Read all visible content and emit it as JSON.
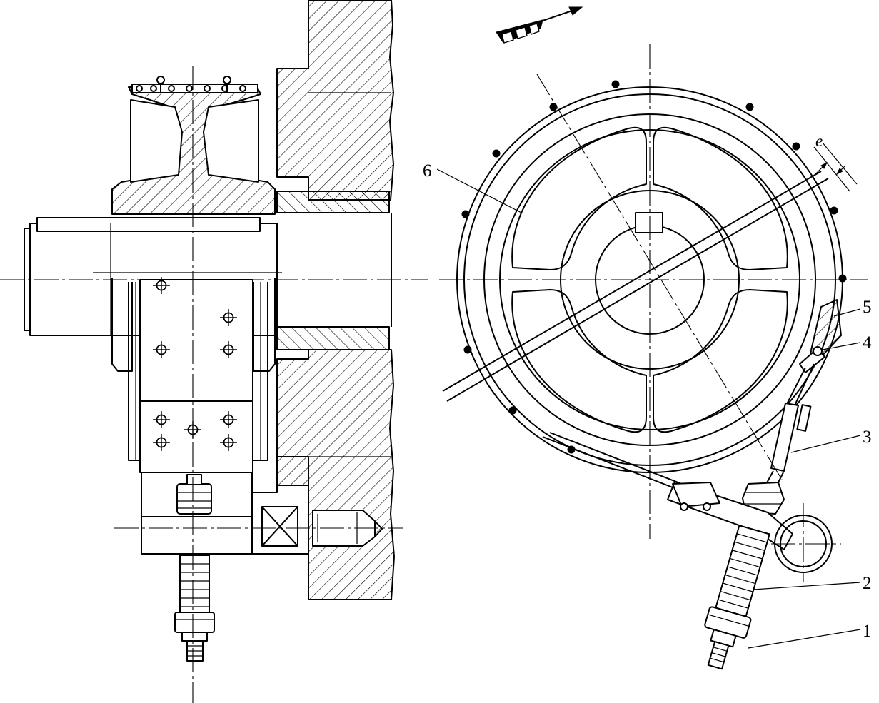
{
  "labels": {
    "part_1": "1",
    "part_2": "2",
    "part_3": "3",
    "part_4": "4",
    "part_5": "5",
    "part_6": "6",
    "clearance": "e"
  },
  "colors": {
    "ink": "#000000",
    "paper": "#ffffff"
  }
}
